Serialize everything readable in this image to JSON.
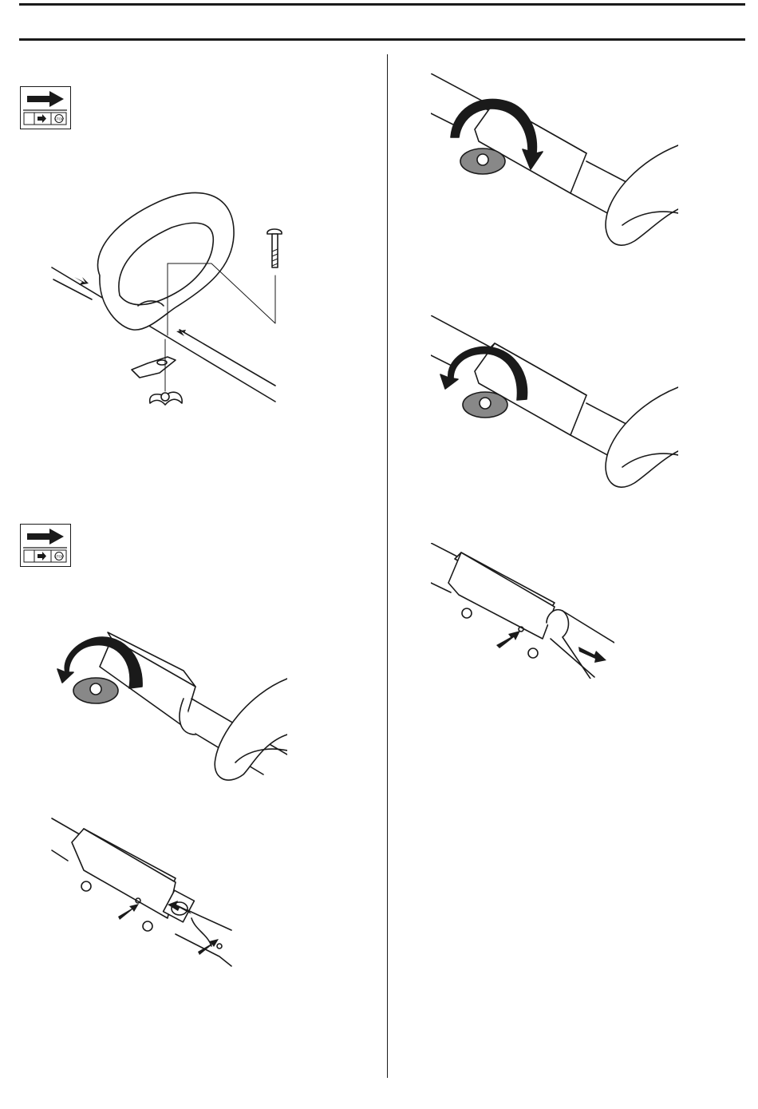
{
  "header": {
    "rules": 2
  },
  "badges": [
    {
      "name": "forward-instruction-badge-1",
      "icon": "arrow-right-icon",
      "stop_label": "STOP"
    },
    {
      "name": "forward-instruction-badge-2",
      "icon": "arrow-right-icon",
      "stop_label": "STOP"
    }
  ],
  "figures": [
    {
      "name": "handle-assembly-illustration",
      "description_icon": "loop-handle-bolt-wingnut-icon"
    },
    {
      "name": "clamp-loosen-illustration-left",
      "description_icon": "rotate-counterclockwise-icon"
    },
    {
      "name": "handle-align-illustration",
      "description_icon": "align-arrows-icon"
    },
    {
      "name": "clamp-tighten-illustration",
      "description_icon": "rotate-clockwise-icon"
    },
    {
      "name": "clamp-loosen-illustration-right",
      "description_icon": "rotate-counterclockwise-icon"
    },
    {
      "name": "handle-slide-illustration",
      "description_icon": "slide-arrow-icon"
    }
  ]
}
